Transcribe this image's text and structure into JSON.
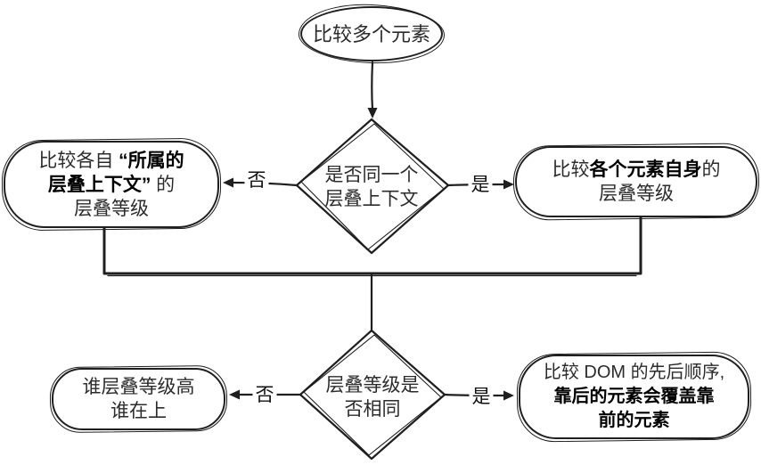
{
  "colors": {
    "stroke": "#1f1f1f",
    "text": "#1a1a1a",
    "background": "#ffffff"
  },
  "nodes": {
    "start": {
      "text": "比较多个元素"
    },
    "decision1": {
      "line1": "是否同一个",
      "line2": "层叠上下文"
    },
    "box_no1": {
      "l1a": "比较各自 ",
      "l1b": "“所属的",
      "l2a": "层叠上下文”",
      "l2b": " 的",
      "l3": "层叠等级"
    },
    "box_yes1": {
      "l1a": "比较",
      "l1b": "各个元素自身",
      "l1c": "的",
      "l2": "层叠等级"
    },
    "decision2": {
      "line1": "层叠等级是",
      "line2": "否相同"
    },
    "box_no2": {
      "line1": "谁层叠等级高",
      "line2": "谁在上"
    },
    "box_yes2": {
      "l1": "比较 DOM 的先后顺序,",
      "l2": "靠后的元素会覆盖靠",
      "l3": "前的元素"
    }
  },
  "edges": {
    "no1": "否",
    "yes1": "是",
    "no2": "否",
    "yes2": "是"
  }
}
